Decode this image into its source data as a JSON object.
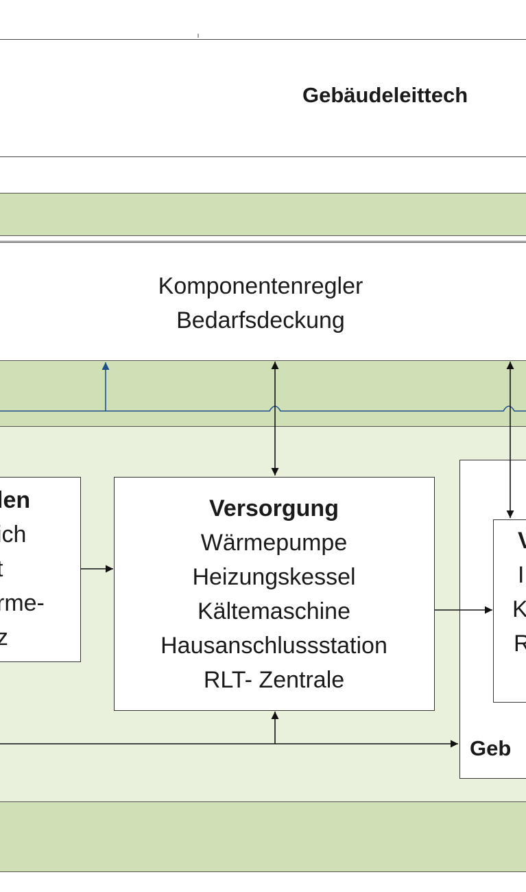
{
  "layers": {
    "top_title": "Gebäudeleittech",
    "regler_line1": "Komponentenregler",
    "regler_line2": "Bedarfsdeckung"
  },
  "boxes": {
    "left": {
      "lines": [
        "len",
        "ich",
        "t",
        "rme-",
        "z"
      ]
    },
    "versorgung": {
      "title": "Versorgung",
      "lines": [
        "Wärmepumpe",
        "Heizungskessel",
        "Kältemaschine",
        "Hausanschlussstation",
        "RLT- Zentrale"
      ]
    },
    "right_outer": {
      "label": "Geb"
    },
    "right_inner": {
      "lines": [
        "V",
        "I",
        "K",
        "R"
      ]
    }
  },
  "colors": {
    "band_green": "#cfe0b6",
    "area_light_green": "#e9f1dd",
    "bus_blue": "#1f4e8c",
    "line_dark": "#111111"
  }
}
